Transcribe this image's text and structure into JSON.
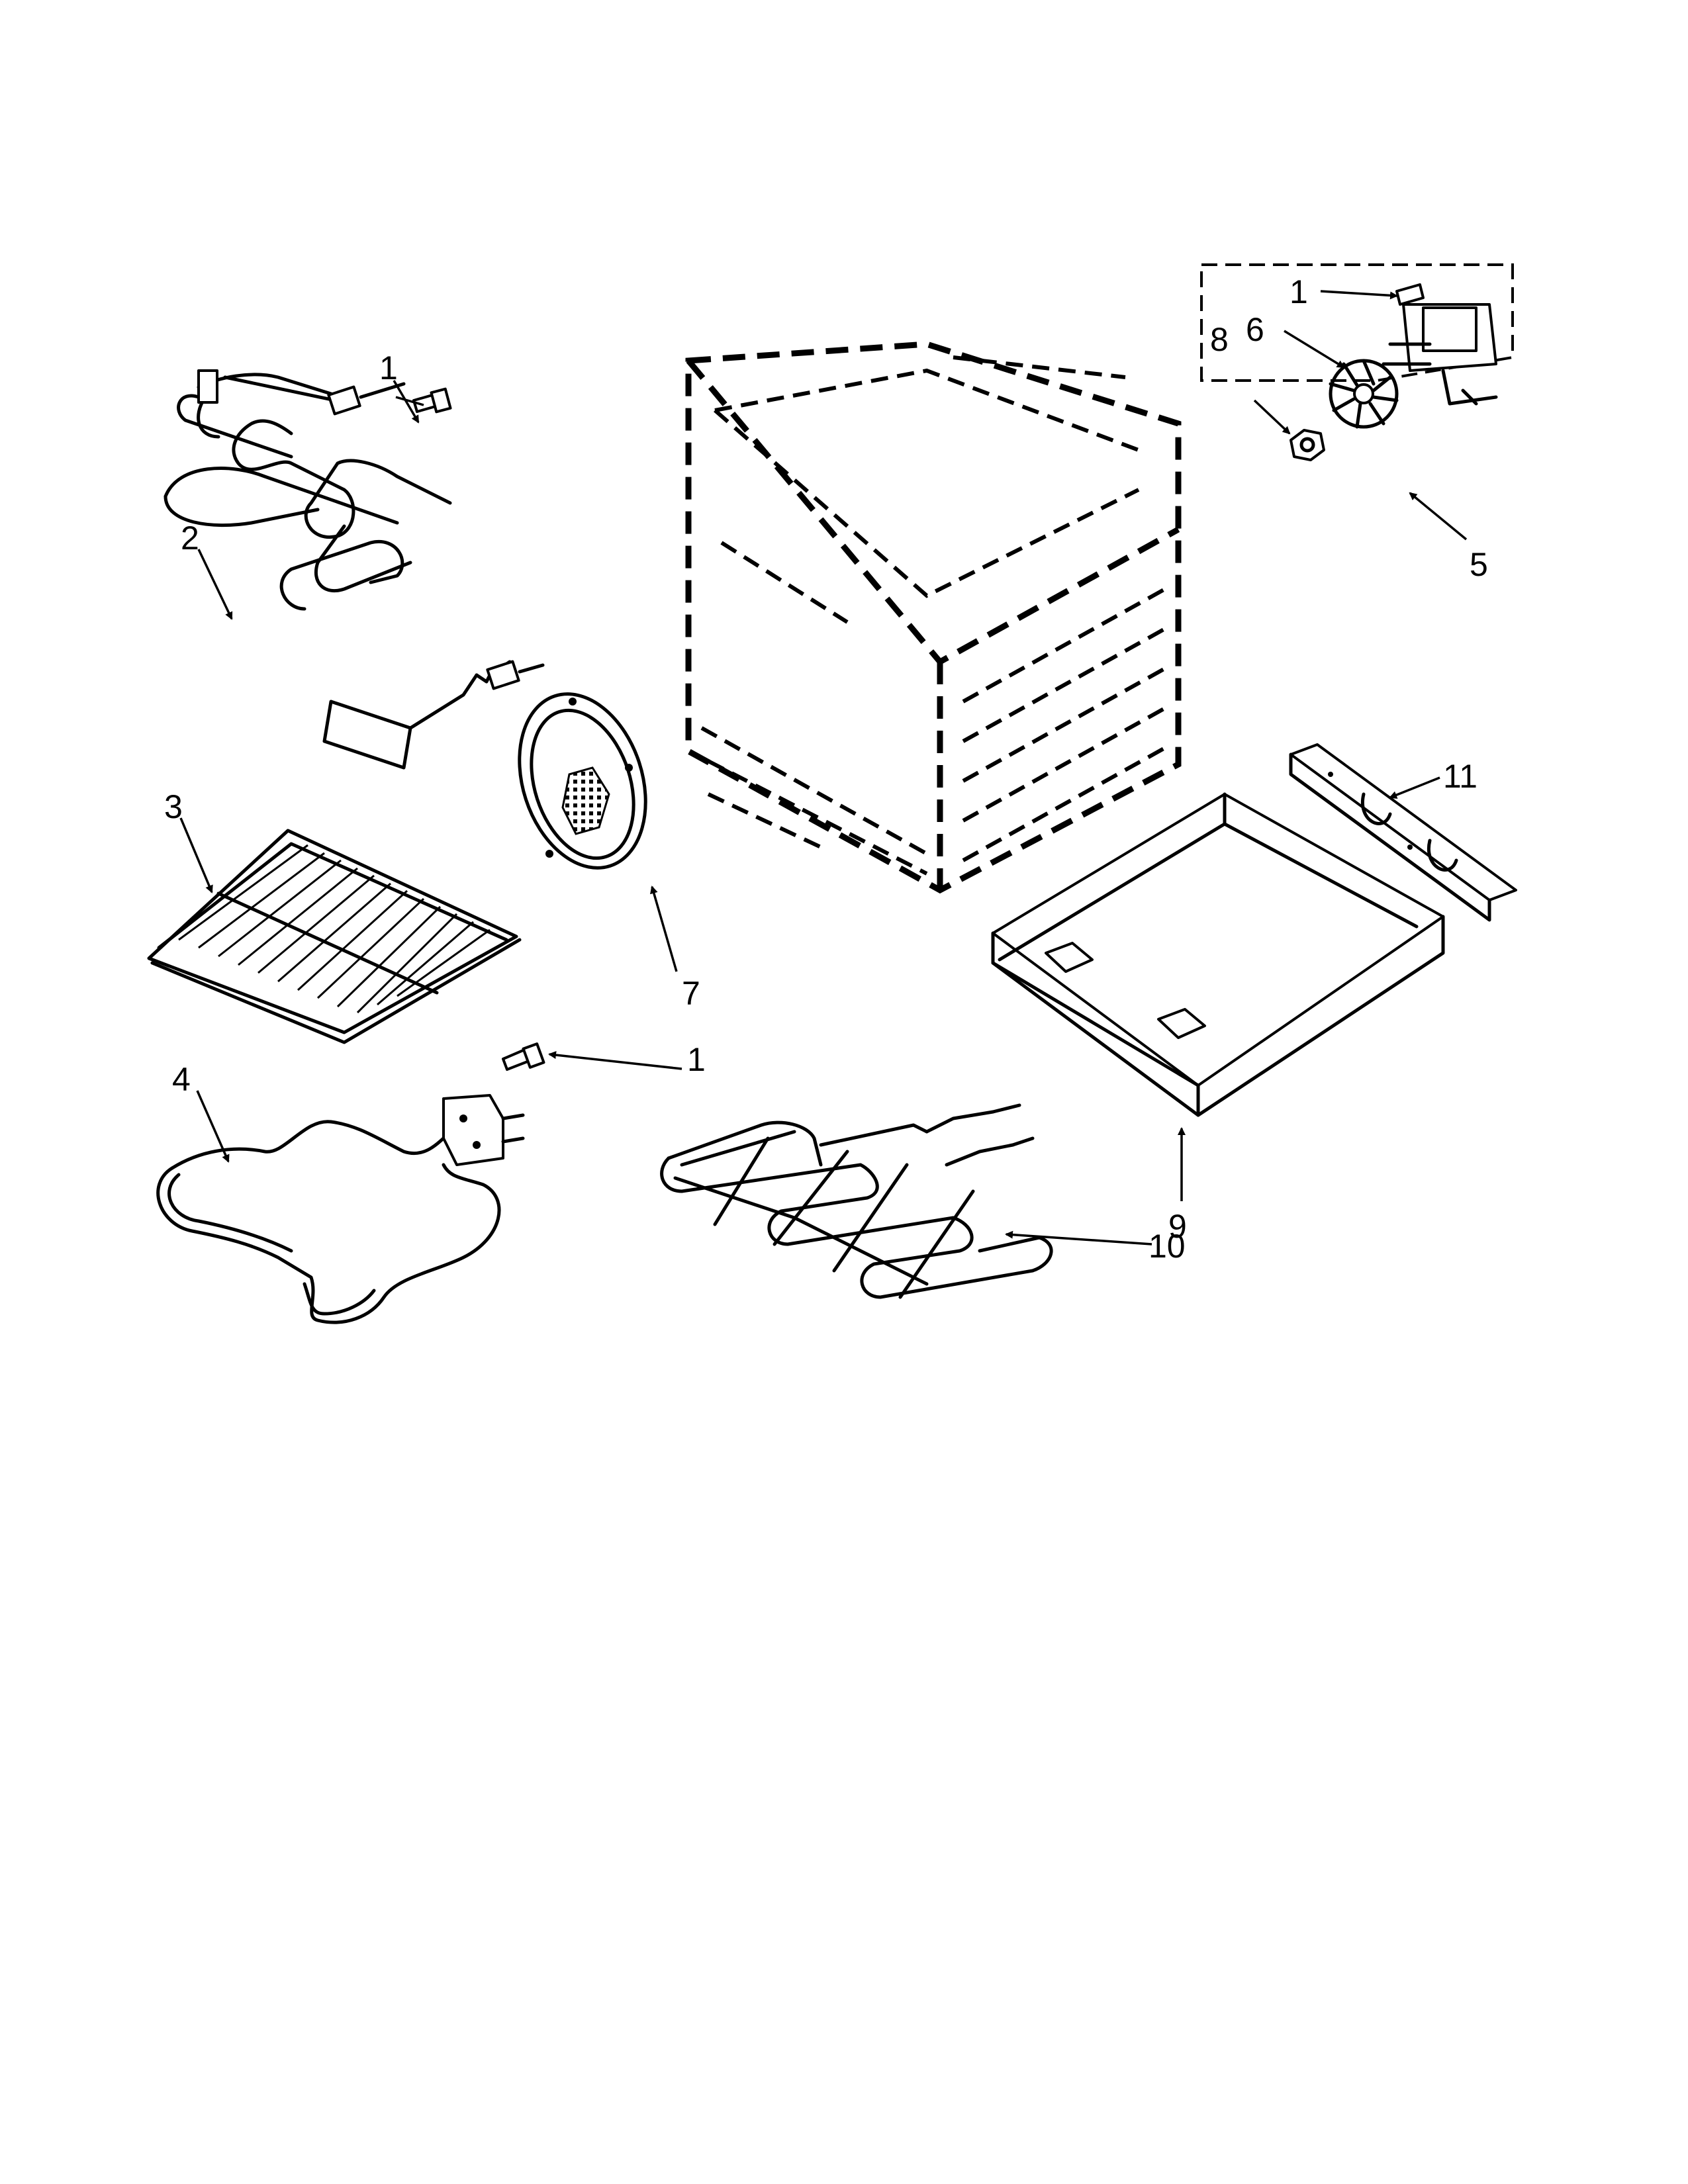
{
  "diagram": {
    "callouts": {
      "c1_top": "1",
      "c2": "2",
      "c3": "3",
      "c4": "4",
      "c1_mid": "1",
      "c7": "7",
      "c1_kit": "1",
      "c6": "6",
      "c8": "8",
      "c5": "5",
      "c11": "11",
      "c9": "9",
      "c10": "10"
    }
  }
}
